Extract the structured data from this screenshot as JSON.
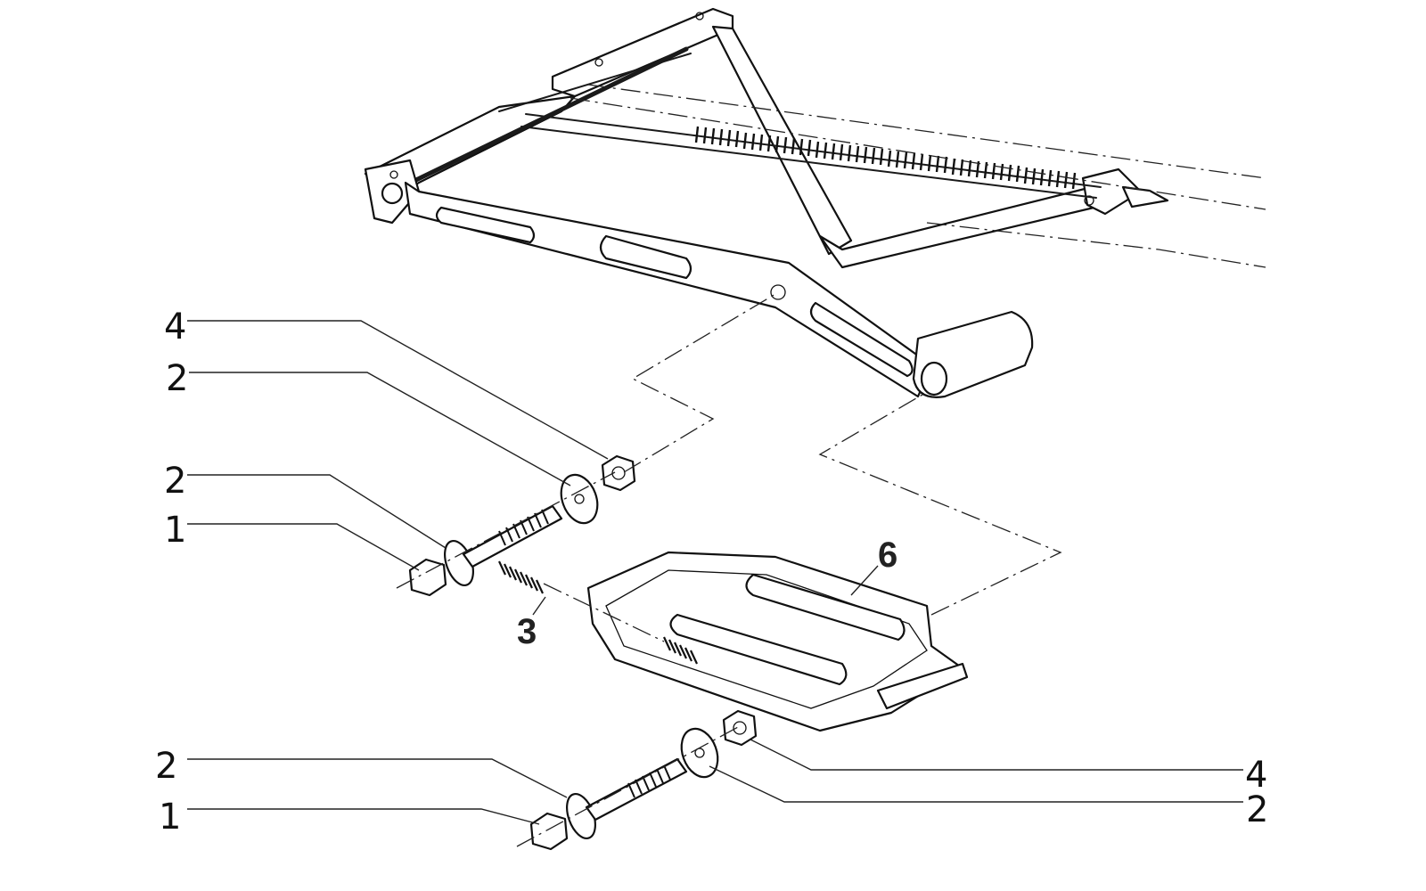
{
  "callouts": {
    "upper_nut": "4",
    "upper_washer": "2",
    "upper_bolt_washer": "2",
    "upper_bolt": "1",
    "spring": "3",
    "foot_plate": "6",
    "lower_bolt_washer": "2",
    "lower_bolt": "1",
    "lower_nut": "4",
    "lower_washer": "2"
  }
}
